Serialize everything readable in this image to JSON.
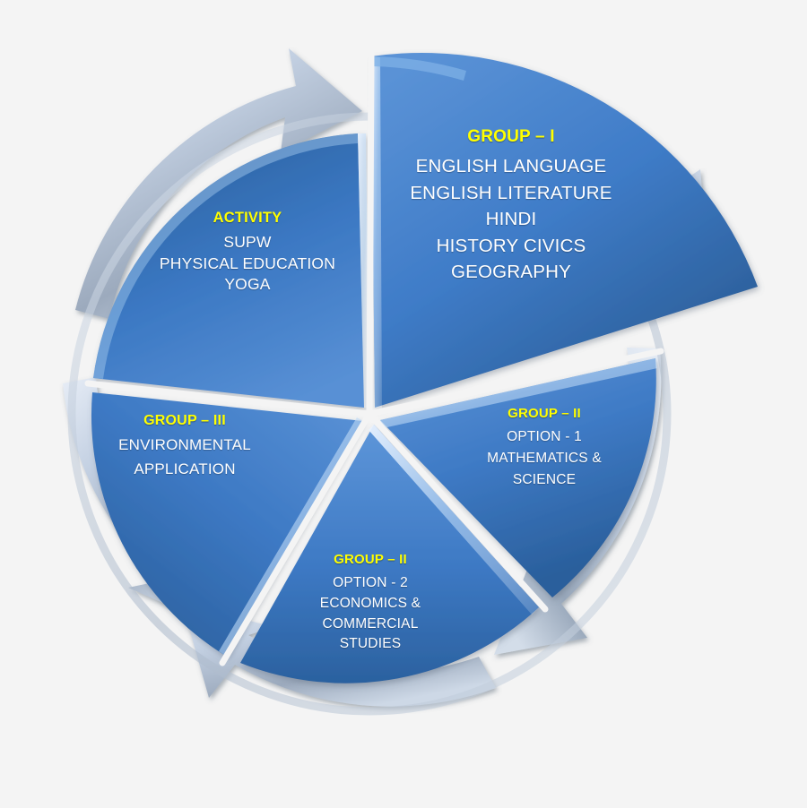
{
  "diagram": {
    "title": "Curriculum Subject Groups Wheel",
    "background_color": "#f4f4f4",
    "heading_color": "#ffff00",
    "text_color": "#ffffff",
    "wedge_color_light": "#4a85cf",
    "wedge_color_dark": "#2a5f9e",
    "arrow_color": "#b9c6da",
    "arc_ring_color": "#aab7c7"
  },
  "segments": [
    {
      "id": "group-1",
      "heading": "GROUP – I",
      "lines": [
        "ENGLISH LANGUAGE",
        "ENGLISH LITERATURE",
        "HINDI",
        "HISTORY CIVICS",
        "GEOGRAPHY"
      ]
    },
    {
      "id": "group-2-option-1",
      "heading": "GROUP – II",
      "lines": [
        "OPTION - 1",
        "MATHEMATICS &",
        "SCIENCE"
      ]
    },
    {
      "id": "group-2-option-2",
      "heading": "GROUP – II",
      "lines": [
        "OPTION - 2",
        "ECONOMICS  &",
        "COMMERCIAL",
        "STUDIES"
      ]
    },
    {
      "id": "group-3",
      "heading": "GROUP – III",
      "lines": [
        "ENVIRONMENTAL",
        "APPLICATION"
      ]
    },
    {
      "id": "activity",
      "heading": "ACTIVITY",
      "lines": [
        "SUPW",
        "PHYSICAL EDUCATION",
        "YOGA"
      ]
    }
  ]
}
